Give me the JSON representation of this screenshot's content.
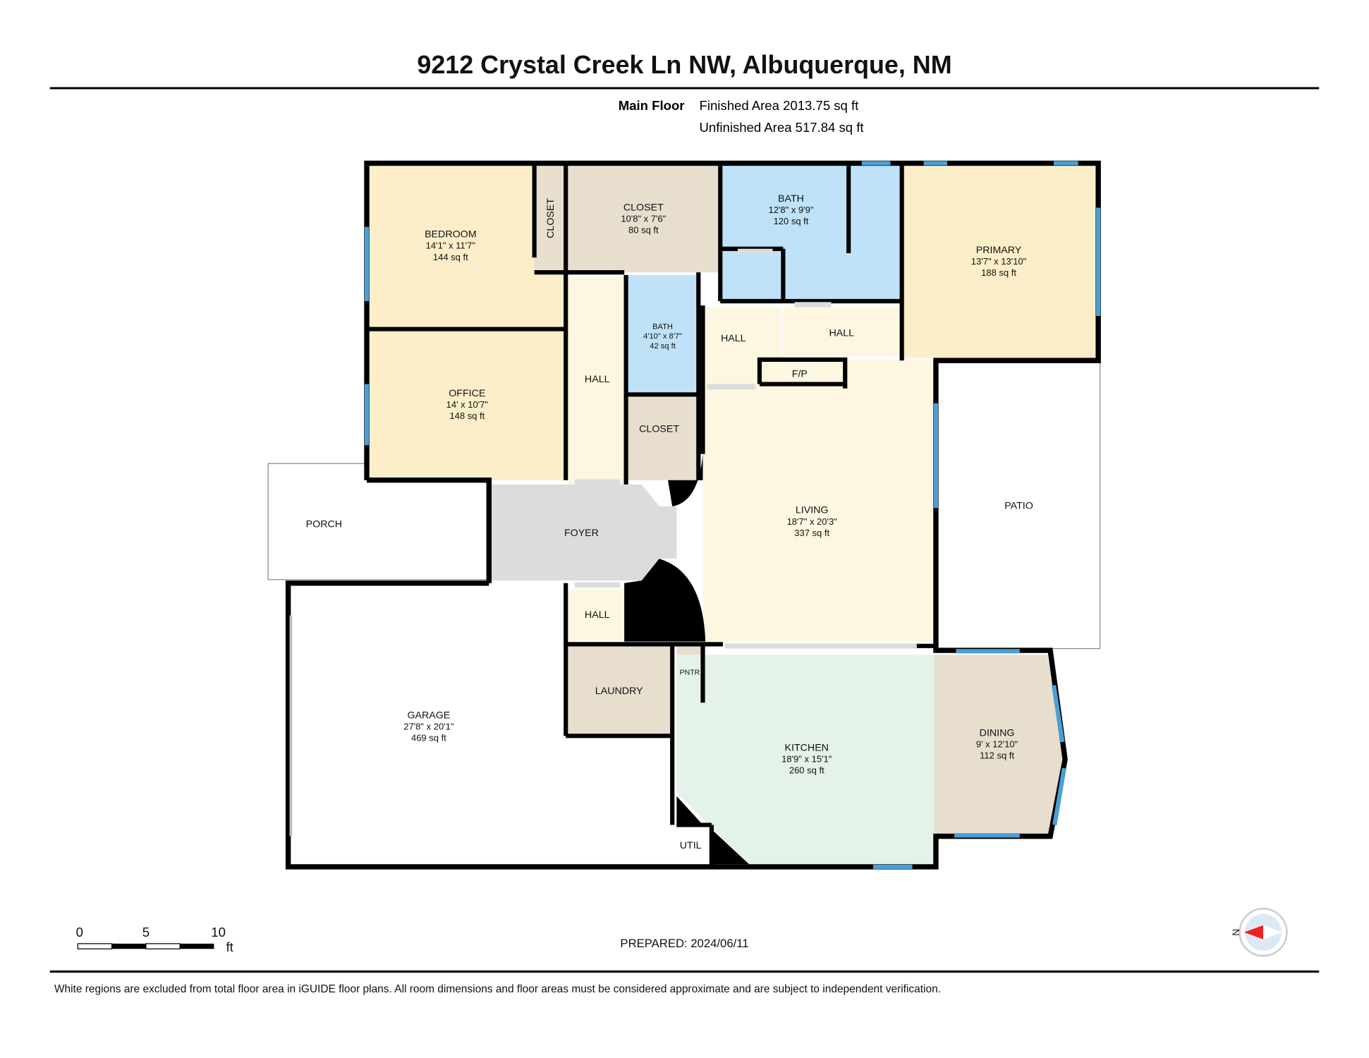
{
  "title": "9212 Crystal Creek Ln NW, Albuquerque, NM",
  "floor": {
    "name": "Main Floor",
    "finished_area": "Finished Area 2013.75 sq ft",
    "unfinished_area": "Unfinished Area 517.84 sq ft"
  },
  "rooms": {
    "bedroom": {
      "name": "BEDROOM",
      "dims": "14'1\" x 11'7\"",
      "area": "144 sq ft"
    },
    "bedroom_closet": {
      "name": "CLOSET"
    },
    "closet": {
      "name": "CLOSET",
      "dims": "10'8\" x 7'6\"",
      "area": "80 sq ft"
    },
    "bath_primary": {
      "name": "BATH",
      "dims": "12'8\" x 9'9\"",
      "area": "120 sq ft"
    },
    "primary": {
      "name": "PRIMARY",
      "dims": "13'7\" x 13'10\"",
      "area": "188 sq ft"
    },
    "office": {
      "name": "OFFICE",
      "dims": "14' x 10'7\"",
      "area": "148 sq ft"
    },
    "hall_1": {
      "name": "HALL"
    },
    "bath_small": {
      "name": "BATH",
      "dims": "4'10\" x 8'7\"",
      "area": "42 sq ft"
    },
    "closet_2": {
      "name": "CLOSET"
    },
    "hall_2": {
      "name": "HALL"
    },
    "hall_3": {
      "name": "HALL"
    },
    "fireplace": {
      "name": "F/P"
    },
    "living": {
      "name": "LIVING",
      "dims": "18'7\" x 20'3\"",
      "area": "337 sq ft"
    },
    "patio": {
      "name": "PATIO"
    },
    "porch": {
      "name": "PORCH"
    },
    "foyer": {
      "name": "FOYER"
    },
    "hall_4": {
      "name": "HALL"
    },
    "garage": {
      "name": "GARAGE",
      "dims": "27'8\" x 20'1\"",
      "area": "469 sq ft"
    },
    "laundry": {
      "name": "LAUNDRY"
    },
    "pantry": {
      "name": "PNTR"
    },
    "kitchen": {
      "name": "KITCHEN",
      "dims": "18'9\" x 15'1\"",
      "area": "260 sq ft"
    },
    "dining": {
      "name": "DINING",
      "dims": "9' x 12'10\"",
      "area": "112 sq ft"
    },
    "util": {
      "name": "UTIL"
    }
  },
  "scale_bar": {
    "ticks": [
      "0",
      "5",
      "10"
    ],
    "unit": "ft"
  },
  "prepared": "PREPARED: 2024/06/11",
  "compass": {
    "label": "N"
  },
  "disclaimer": "White regions are excluded from total floor area in iGUIDE floor plans. All room dimensions and floor areas must be considered approximate and are subject to independent verification.",
  "colors": {
    "bedroom": "#fbeec9",
    "bath": "#bfe2f8",
    "closet": "#e7dece",
    "hall": "#fdf7e1",
    "foyer": "#dcdcdc",
    "kitchen": "#e4f2ea",
    "window": "#4a9fd6"
  }
}
